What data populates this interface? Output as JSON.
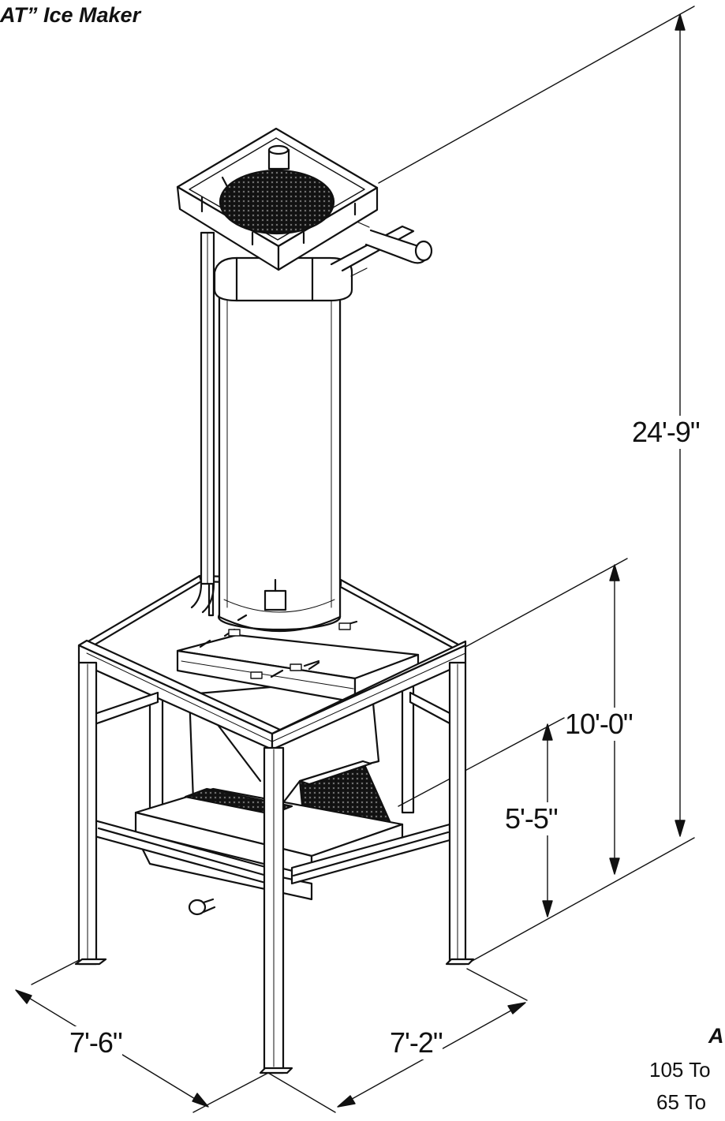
{
  "title": "AT” Ice Maker",
  "dimensions": {
    "overall_height": "24'-9\"",
    "frame_height": "10'-0\"",
    "discharge_height": "5'-5\"",
    "depth": "7'-6\"",
    "width": "7'-2\""
  },
  "caption": {
    "heading": "A",
    "line1": "105 To",
    "line2": "65 To"
  }
}
